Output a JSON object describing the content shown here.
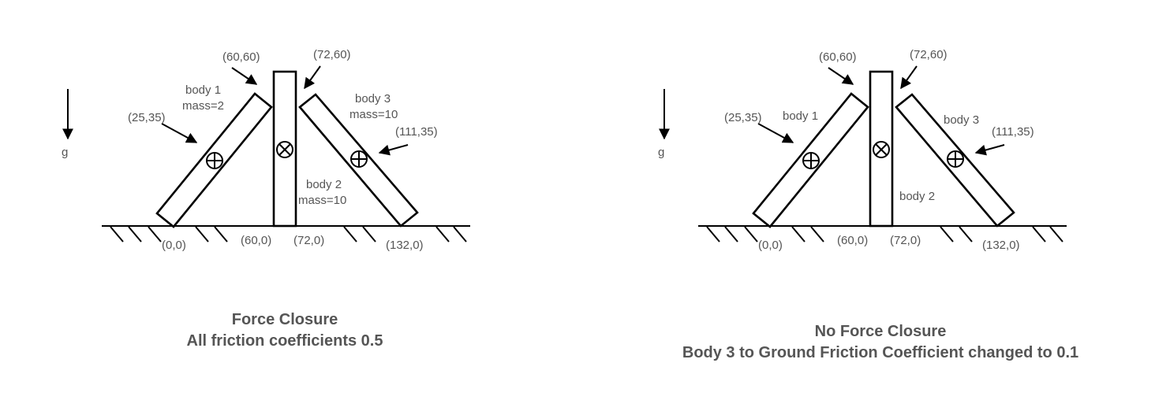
{
  "colors": {
    "line": "#000000",
    "text": "#555555",
    "background": "#ffffff"
  },
  "panels": [
    {
      "gravity_label": "g",
      "points": {
        "p0": "(0,0)",
        "p60_0": "(60,0)",
        "p72_0": "(72,0)",
        "p132_0": "(132,0)",
        "p25_35": "(25,35)",
        "p60_60": "(60,60)",
        "p72_60": "(72,60)",
        "p111_35": "(111,35)"
      },
      "body1": {
        "name": "body 1",
        "mass": "mass=2"
      },
      "body2": {
        "name": "body 2",
        "mass": "mass=10"
      },
      "body3": {
        "name": "body 3",
        "mass": "mass=10"
      },
      "caption_line1": "Force Closure",
      "caption_line2": "All friction coefficients 0.5"
    },
    {
      "gravity_label": "g",
      "points": {
        "p0": "(0,0)",
        "p60_0": "(60,0)",
        "p72_0": "(72,0)",
        "p132_0": "(132,0)",
        "p25_35": "(25,35)",
        "p60_60": "(60,60)",
        "p72_60": "(72,60)",
        "p111_35": "(111,35)"
      },
      "body1": {
        "name": "body 1"
      },
      "body2": {
        "name": "body 2"
      },
      "body3": {
        "name": "body 3"
      },
      "caption_line1": "No Force Closure",
      "caption_line2": "Body 3 to Ground Friction Coefficient changed to 0.1"
    }
  ]
}
